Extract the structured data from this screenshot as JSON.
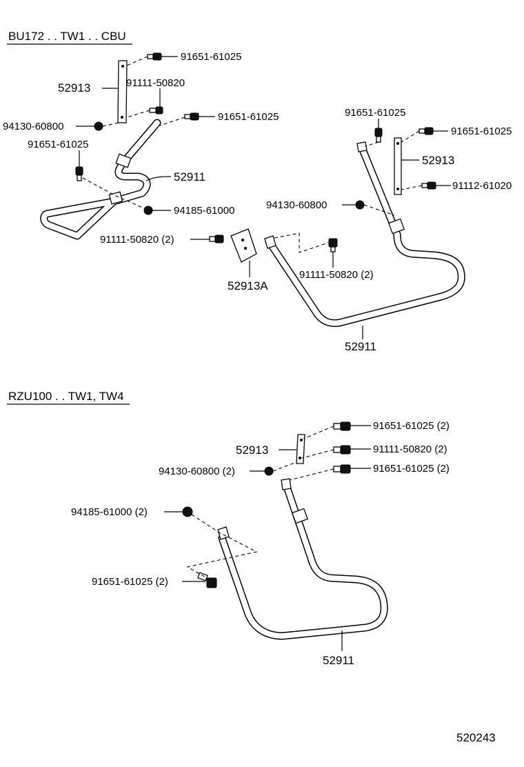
{
  "sections": {
    "top": {
      "heading": "BU172 . . TW1 . . CBU",
      "labels": {
        "l1": "91651-61025",
        "l2": "52913",
        "l3": "91111-50820",
        "l4": "91651-61025",
        "l5": "94130-60800",
        "l6": "91651-61025",
        "l7": "52911",
        "l8": "94185-61000",
        "l9": "91111-50820 (2)",
        "l10": "52913A",
        "l11": "91651-61025",
        "l12": "91651-61025",
        "l13": "52913",
        "l14": "91112-61020",
        "l15": "94130-60800",
        "l16": "91111-50820 (2)",
        "l17": "52911"
      }
    },
    "bottom": {
      "heading": "RZU100 . . TW1, TW4",
      "labels": {
        "b1": "91651-61025 (2)",
        "b2": "52913",
        "b3": "91111-50820 (2)",
        "b4": "94130-60800 (2)",
        "b5": "91651-61025 (2)",
        "b6": "94185-61000 (2)",
        "b7": "91651-61025 (2)",
        "b8": "52911"
      }
    }
  },
  "diagram_id": "520243"
}
